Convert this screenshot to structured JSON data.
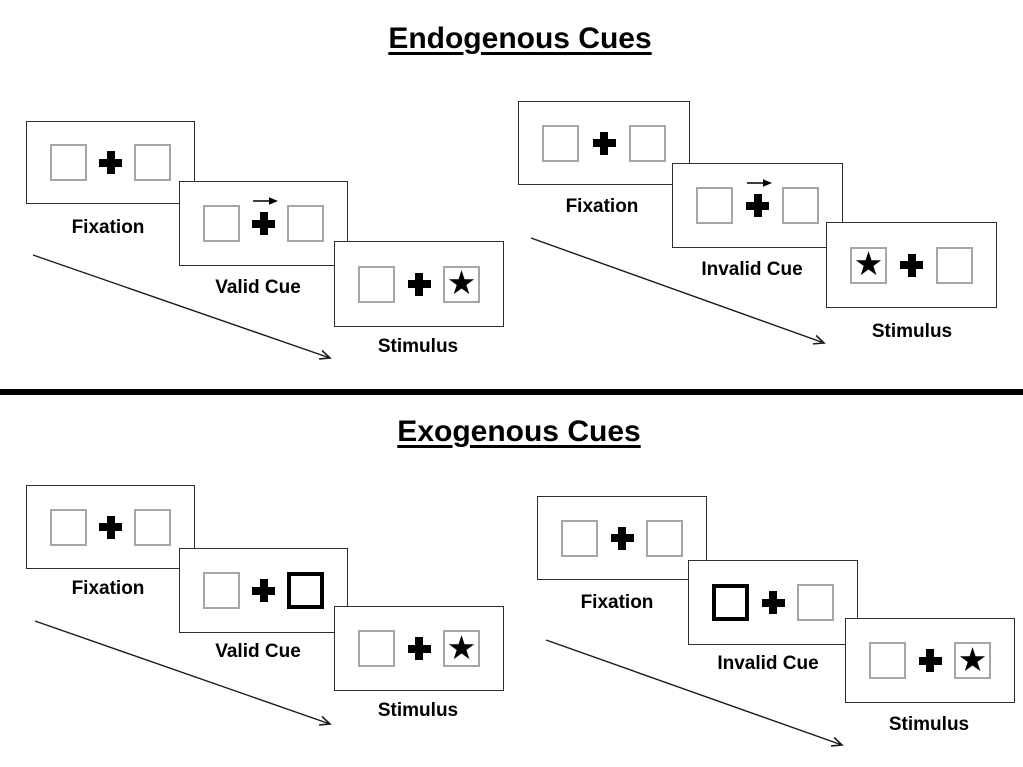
{
  "colors": {
    "background": "#ffffff",
    "text": "#000000",
    "panel_border": "#2e2e2e",
    "placeholder_box_border": "#a6a6a6",
    "bold_cue_box_border": "#000000",
    "divider": "#000000",
    "timeline_arrow": "#1a1a1a"
  },
  "icons": {
    "star": "★",
    "fixation_cross": "+",
    "cue_direction_arrow": "→",
    "timeline_arrow": "↘"
  },
  "sections": [
    {
      "title": "Endogenous Cues",
      "groups": [
        {
          "name": "valid",
          "frames": [
            {
              "label": "Fixation",
              "left_box": "empty",
              "right_box": "empty",
              "cue_arrow": false
            },
            {
              "label": "Valid Cue",
              "left_box": "empty",
              "right_box": "empty",
              "cue_arrow": true
            },
            {
              "label": "Stimulus",
              "left_box": "empty",
              "right_box": "star",
              "cue_arrow": false
            }
          ]
        },
        {
          "name": "invalid",
          "frames": [
            {
              "label": "Fixation",
              "left_box": "empty",
              "right_box": "empty",
              "cue_arrow": false
            },
            {
              "label": "Invalid Cue",
              "left_box": "empty",
              "right_box": "empty",
              "cue_arrow": true
            },
            {
              "label": "Stimulus",
              "left_box": "star",
              "right_box": "empty",
              "cue_arrow": false
            }
          ]
        }
      ]
    },
    {
      "title": "Exogenous Cues",
      "groups": [
        {
          "name": "valid",
          "frames": [
            {
              "label": "Fixation",
              "left_box": "empty",
              "right_box": "empty",
              "cue_arrow": false
            },
            {
              "label": "Valid Cue",
              "left_box": "empty",
              "right_box": "bold",
              "cue_arrow": false
            },
            {
              "label": "Stimulus",
              "left_box": "empty",
              "right_box": "star",
              "cue_arrow": false
            }
          ]
        },
        {
          "name": "invalid",
          "frames": [
            {
              "label": "Fixation",
              "left_box": "empty",
              "right_box": "empty",
              "cue_arrow": false
            },
            {
              "label": "Invalid Cue",
              "left_box": "bold",
              "right_box": "empty",
              "cue_arrow": false
            },
            {
              "label": "Stimulus",
              "left_box": "empty",
              "right_box": "star",
              "cue_arrow": false
            }
          ]
        }
      ]
    }
  ]
}
